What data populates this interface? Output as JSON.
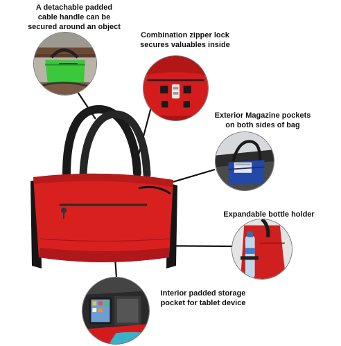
{
  "callouts": [
    {
      "id": "cable-handle",
      "lines": [
        "A detachable padded",
        "cable handle can be",
        "secured around an object"
      ]
    },
    {
      "id": "zipper-lock",
      "lines": [
        "Combination zipper lock",
        "secures valuables inside"
      ]
    },
    {
      "id": "magazine-pockets",
      "lines": [
        "Exterior Magazine pockets",
        "on both sides of bag"
      ]
    },
    {
      "id": "bottle-holder",
      "lines": [
        "Expandable bottle holder"
      ]
    },
    {
      "id": "tablet-pocket",
      "lines": [
        "Interior padded storage",
        "pocket for tablet device"
      ]
    }
  ],
  "colors": {
    "bag_red": "#d8211f",
    "bag_dark_red": "#a8141a",
    "handle": "#1a1a1a",
    "green_bag": "#3cc83c",
    "blue_bag": "#2249a8",
    "callout_line": "#111111"
  }
}
